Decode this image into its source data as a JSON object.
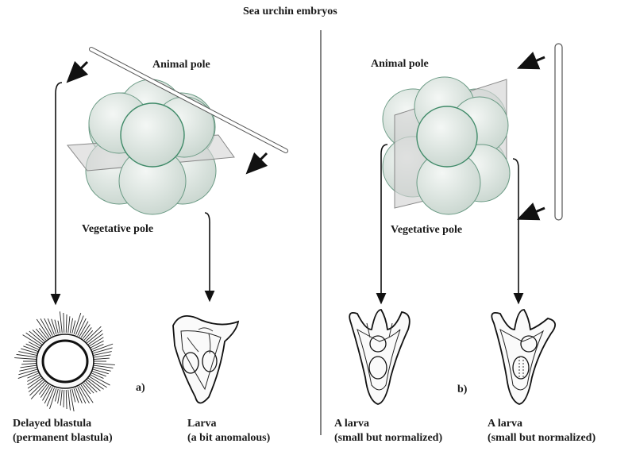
{
  "title": "Sea urchin embryos",
  "panel_a": {
    "animal_pole": "Animal pole",
    "vegetative_pole": "Vegetative pole",
    "panel_label": "a)",
    "result_left": {
      "name": "Delayed blastula",
      "note": "(permanent blastula)"
    },
    "result_right": {
      "name": "Larva",
      "note": "(a bit anomalous)"
    }
  },
  "panel_b": {
    "animal_pole": "Animal pole",
    "vegetative_pole": "Vegetative pole",
    "panel_label": "b)",
    "result_left": {
      "name": "A larva",
      "note": "(small but normalized)"
    },
    "result_right": {
      "name": "A larva",
      "note": "(small but normalized)"
    }
  },
  "colors": {
    "cell_fill": "#dfe8e3",
    "cell_stroke": "#4f8f73",
    "ink": "#111111",
    "plane": "#cfcfcf"
  }
}
